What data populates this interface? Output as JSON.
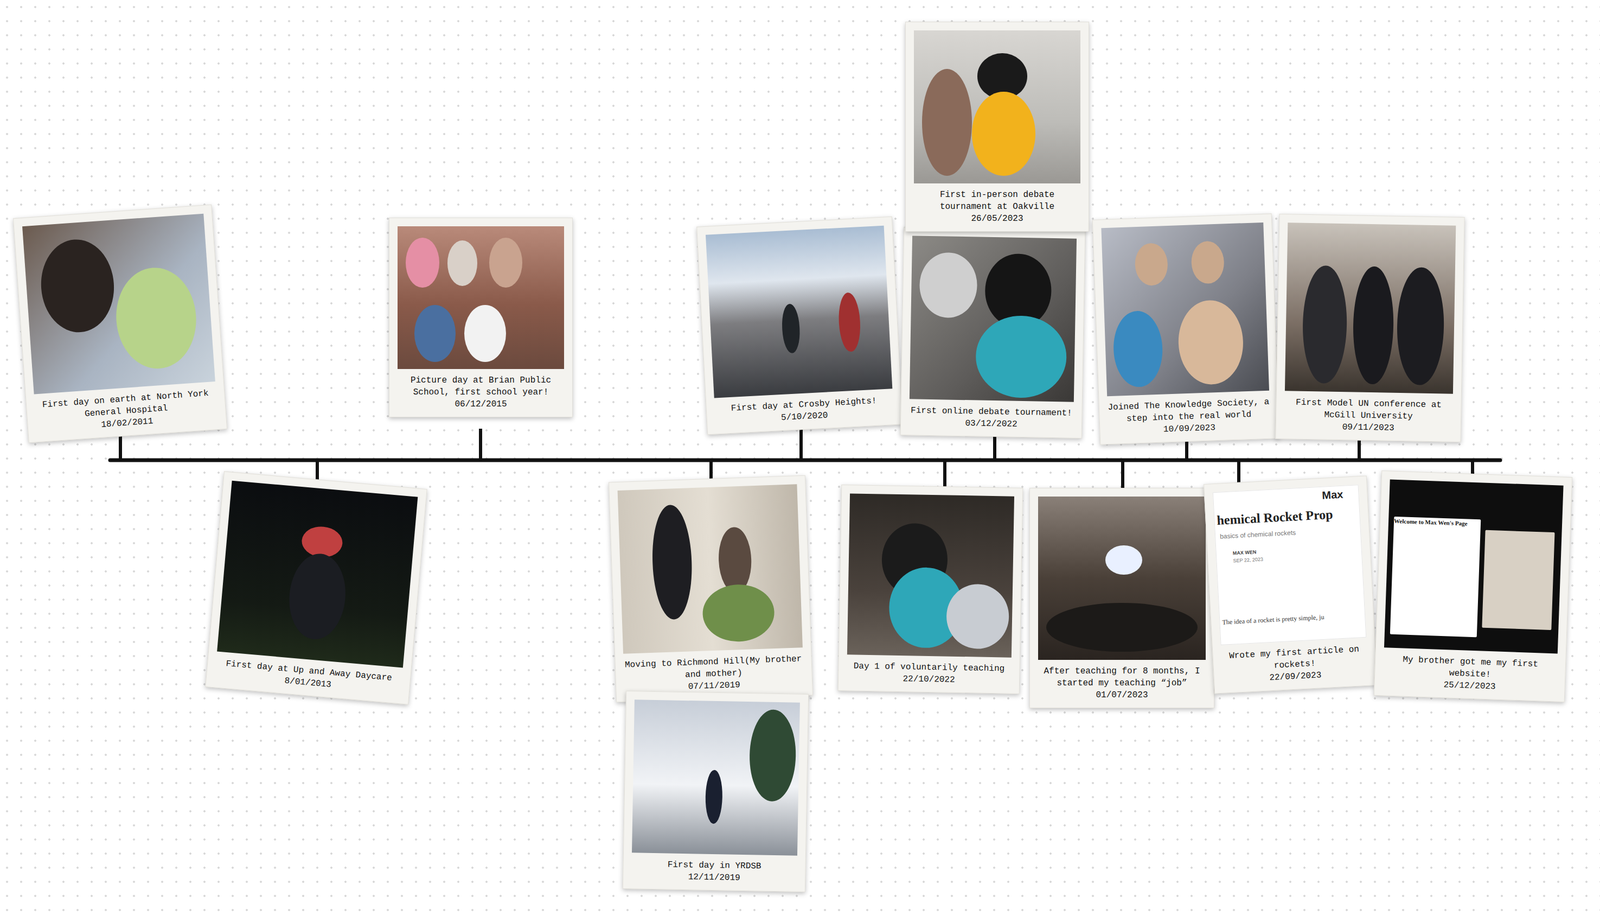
{
  "diagram": {
    "nodes": [
      {
        "text": [
          "First day on earth at North York General Hospital",
          "18/02/2011"
        ]
      },
      {
        "text": [
          "First day at Up and Away Daycare",
          "8/01/2013"
        ]
      },
      {
        "text": [
          "Picture day at Brian Public School, first school year!",
          "06/12/2015"
        ]
      },
      {
        "text": [
          "Moving to Richmond Hill(My brother and mother)",
          "07/11/2019"
        ]
      },
      {
        "text": [
          "First day in YRDSB",
          "12/11/2019"
        ]
      },
      {
        "text": [
          "First day at Crosby Heights!",
          "5/10/2020"
        ]
      },
      {
        "text": [
          "Day 1 of voluntarily teaching",
          "22/10/2022"
        ]
      },
      {
        "text": [
          "First online debate tournament!",
          "03/12/2022"
        ]
      },
      {
        "text": [
          "First in-person debate tournament at Oakville",
          "26/05/2023"
        ]
      },
      {
        "text": [
          "After teaching for 8 months, I started my teaching “job”",
          "01/07/2023"
        ]
      },
      {
        "text": [
          "Joined The Knowledge Society, a step into the real world",
          "10/09/2023"
        ]
      },
      {
        "text": [
          "Wrote my first article on rockets!",
          "22/09/2023"
        ]
      },
      {
        "text": [
          "First Model UN conference at McGill University",
          "09/11/2023"
        ]
      },
      {
        "text": [
          "My brother got me my first website!",
          "25/12/2023"
        ]
      }
    ],
    "labels": [
      "Max",
      "hemical Rocket Prop",
      "basics of chemical rockets",
      "MAX WEN",
      "SEP 22, 2023",
      "The idea of a rocket is pretty simple, ju",
      "Welcome to Max Wen's Page"
    ]
  }
}
